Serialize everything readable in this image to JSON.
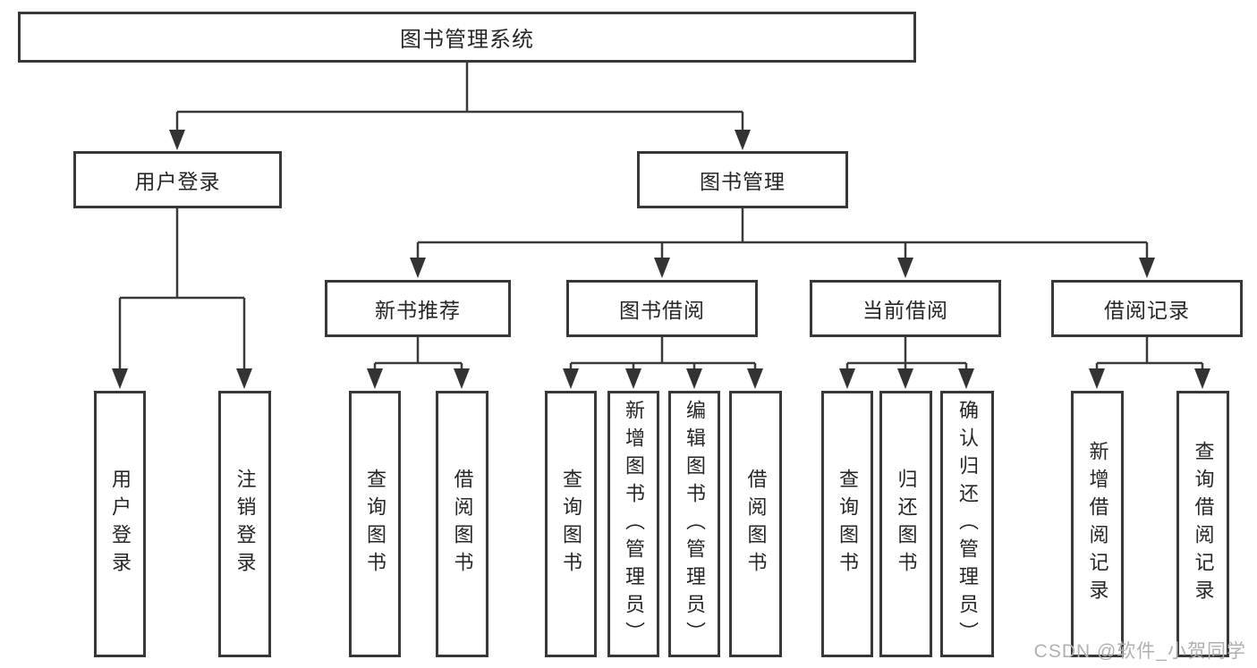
{
  "diagram": {
    "type": "hierarchy-tree",
    "root": {
      "label": "图书管理系统"
    },
    "level2": [
      {
        "label": "用户登录",
        "children": [
          "用户登录",
          "注销登录"
        ]
      },
      {
        "label": "图书管理",
        "children": [
          {
            "label": "新书推荐",
            "children": [
              "查询图书",
              "借阅图书"
            ]
          },
          {
            "label": "图书借阅",
            "children": [
              "查询图书",
              "新增图书（管理员）",
              "编辑图书（管理员）",
              "借阅图书"
            ]
          },
          {
            "label": "当前借阅",
            "children": [
              "查询图书",
              "归还图书",
              "确认归还（管理员）"
            ]
          },
          {
            "label": "借阅记录",
            "children": [
              "新增借阅记录",
              "查询借阅记录"
            ]
          }
        ]
      }
    ]
  },
  "watermark": {
    "text": "CSDN @软件_小贺同学"
  },
  "colors": {
    "line": "#3a3a3a",
    "border": "#383838",
    "text": "#262626",
    "background": "#ffffff",
    "watermark": "#b0b0b0"
  }
}
